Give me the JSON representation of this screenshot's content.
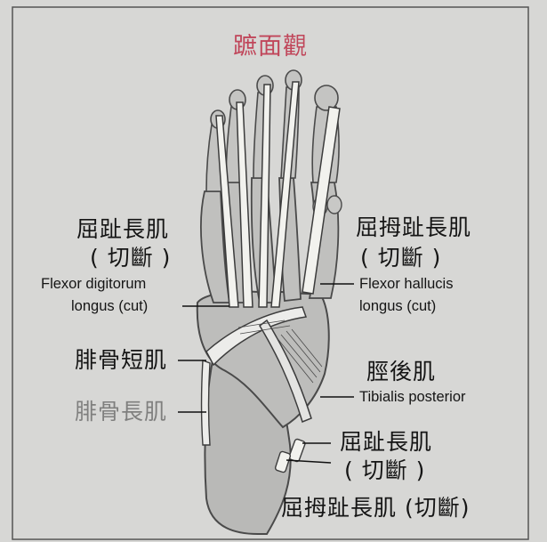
{
  "colors": {
    "title": "#c0465a",
    "background": "#d7d7d5",
    "bone": "#b9b9b7",
    "bone_edge": "#4a4a4a",
    "tendon": "#f2f2ee",
    "text": "#151515"
  },
  "title": "蹠面觀",
  "labels": {
    "fdl_cn": "屈趾長肌",
    "fdl_cut_cn": "( 切斷 )",
    "fdl_en_1": "Flexor digitorum",
    "fdl_en_2": "longus (cut)",
    "fhl_cn": "屈拇趾長肌",
    "fhl_cut_cn": "( 切斷 )",
    "fhl_en_1": "Flexor hallucis",
    "fhl_en_2": "longus (cut)",
    "fib_brevis_cn": "腓骨短肌",
    "fib_longus_cn": "腓骨長肌",
    "tib_post_cn": "脛後肌",
    "tib_post_en": "Tibialis posterior",
    "fdl_lower_cn": "屈趾長肌",
    "fdl_lower_cut_cn": "( 切斷 )",
    "fhl_lower_cn": "屈拇趾長肌 (切斷)"
  }
}
